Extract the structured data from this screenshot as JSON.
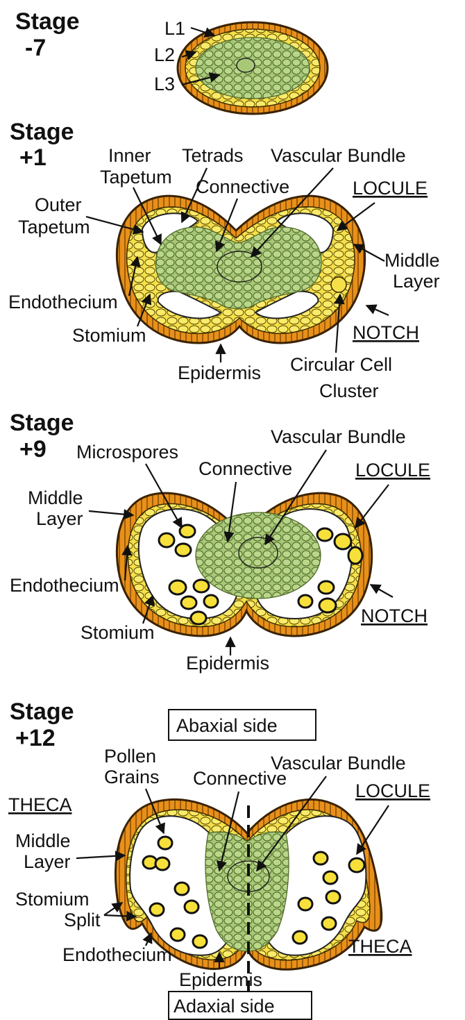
{
  "stages": {
    "s1": {
      "title_a": "Stage",
      "title_b": "-7",
      "labels": {
        "l1": "L1",
        "l2": "L2",
        "l3": "L3"
      }
    },
    "s2": {
      "title_a": "Stage",
      "title_b": "+1",
      "labels": {
        "inner_a": "Inner",
        "inner_b": "Tapetum",
        "tetrads": "Tetrads",
        "vascular": "Vascular Bundle",
        "connective": "Connective",
        "locule": "LOCULE",
        "outer_a": "Outer",
        "outer_b": "Tapetum",
        "middle_a": "Middle",
        "middle_b": "Layer",
        "endothecium": "Endothecium",
        "notch": "NOTCH",
        "stomium": "Stomium",
        "circular_a": "Circular Cell",
        "circular_b": "Cluster",
        "epidermis": "Epidermis"
      }
    },
    "s3": {
      "title_a": "Stage",
      "title_b": "+9",
      "labels": {
        "vascular": "Vascular Bundle",
        "microspores": "Microspores",
        "connective": "Connective",
        "locule": "LOCULE",
        "middle_a": "Middle",
        "middle_b": "Layer",
        "endothecium": "Endothecium",
        "notch": "NOTCH",
        "stomium": "Stomium",
        "epidermis": "Epidermis"
      }
    },
    "s4": {
      "title_a": "Stage",
      "title_b": "+12",
      "labels": {
        "abaxial": "Abaxial side",
        "pollen_a": "Pollen",
        "pollen_b": "Grains",
        "vascular": "Vascular Bundle",
        "connective": "Connective",
        "locule": "LOCULE",
        "theca_top": "THECA",
        "middle_a": "Middle",
        "middle_b": "Layer",
        "stomium_a": "Stomium",
        "stomium_b": "Split",
        "theca_bottom": "THECA",
        "endothecium": "Endothecium",
        "epidermis": "Epidermis",
        "adaxial": "Adaxial side"
      }
    }
  },
  "colors": {
    "epidermis": "#e8901a",
    "cell_layer": "#f6e04a",
    "connective": "#a8c878",
    "pollen": "#f7e03a",
    "locule": "#ffffff"
  }
}
